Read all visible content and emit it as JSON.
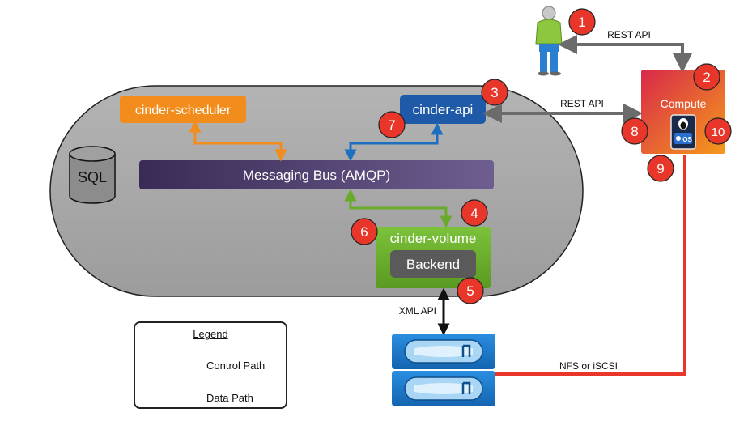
{
  "nodes": {
    "scheduler": "cinder-scheduler",
    "api": "cinder-api",
    "bus": "Messaging Bus (AMQP)",
    "volume": "cinder-volume",
    "backend": "Backend",
    "sql": "SQL",
    "compute": "Compute",
    "os_badge": "OS"
  },
  "edge_labels": {
    "rest_api_user": "REST API",
    "rest_api_compute": "REST API",
    "xml_api": "XML API",
    "nfs_iscsi": "NFS or iSCSI"
  },
  "steps": [
    "1",
    "2",
    "3",
    "4",
    "5",
    "6",
    "7",
    "8",
    "9",
    "10"
  ],
  "legend": {
    "title": "Legend",
    "control_path": "Control Path",
    "data_path": "Data Path"
  },
  "colors": {
    "scheduler": "#f28c1c",
    "api": "#1e5aa8",
    "bus": "#4a3a6a",
    "volume": "#6aaa2a",
    "backend": "#5a5a5a",
    "control_arrow": "#6b6b6b",
    "data_path": "#e8372a",
    "step_badge": "#e8372a",
    "storage": "#1e7fd0",
    "pill": "#a8a8a8"
  }
}
